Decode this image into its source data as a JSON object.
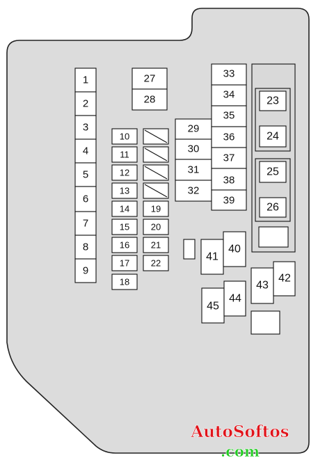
{
  "watermark": {
    "line1": "AutoSoftos",
    "line2": ".com"
  },
  "fuses": {
    "f1": "1",
    "f2": "2",
    "f3": "3",
    "f4": "4",
    "f5": "5",
    "f6": "6",
    "f7": "7",
    "f8": "8",
    "f9": "9",
    "f10": "10",
    "f11": "11",
    "f12": "12",
    "f13": "13",
    "f14": "14",
    "f15": "15",
    "f16": "16",
    "f17": "17",
    "f18": "18",
    "f19": "19",
    "f20": "20",
    "f21": "21",
    "f22": "22",
    "f23": "23",
    "f24": "24",
    "f25": "25",
    "f26": "26",
    "f27": "27",
    "f28": "28",
    "f29": "29",
    "f30": "30",
    "f31": "31",
    "f32": "32",
    "f33": "33",
    "f34": "34",
    "f35": "35",
    "f36": "36",
    "f37": "37",
    "f38": "38",
    "f39": "39",
    "f40": "40",
    "f41": "41",
    "f42": "42",
    "f43": "43",
    "f44": "44",
    "f45": "45"
  },
  "colors": {
    "panel_fill": "#dcdcdc",
    "panel_stroke": "#222222",
    "watermark_red": "#e0141b",
    "watermark_green": "#22cc22"
  }
}
